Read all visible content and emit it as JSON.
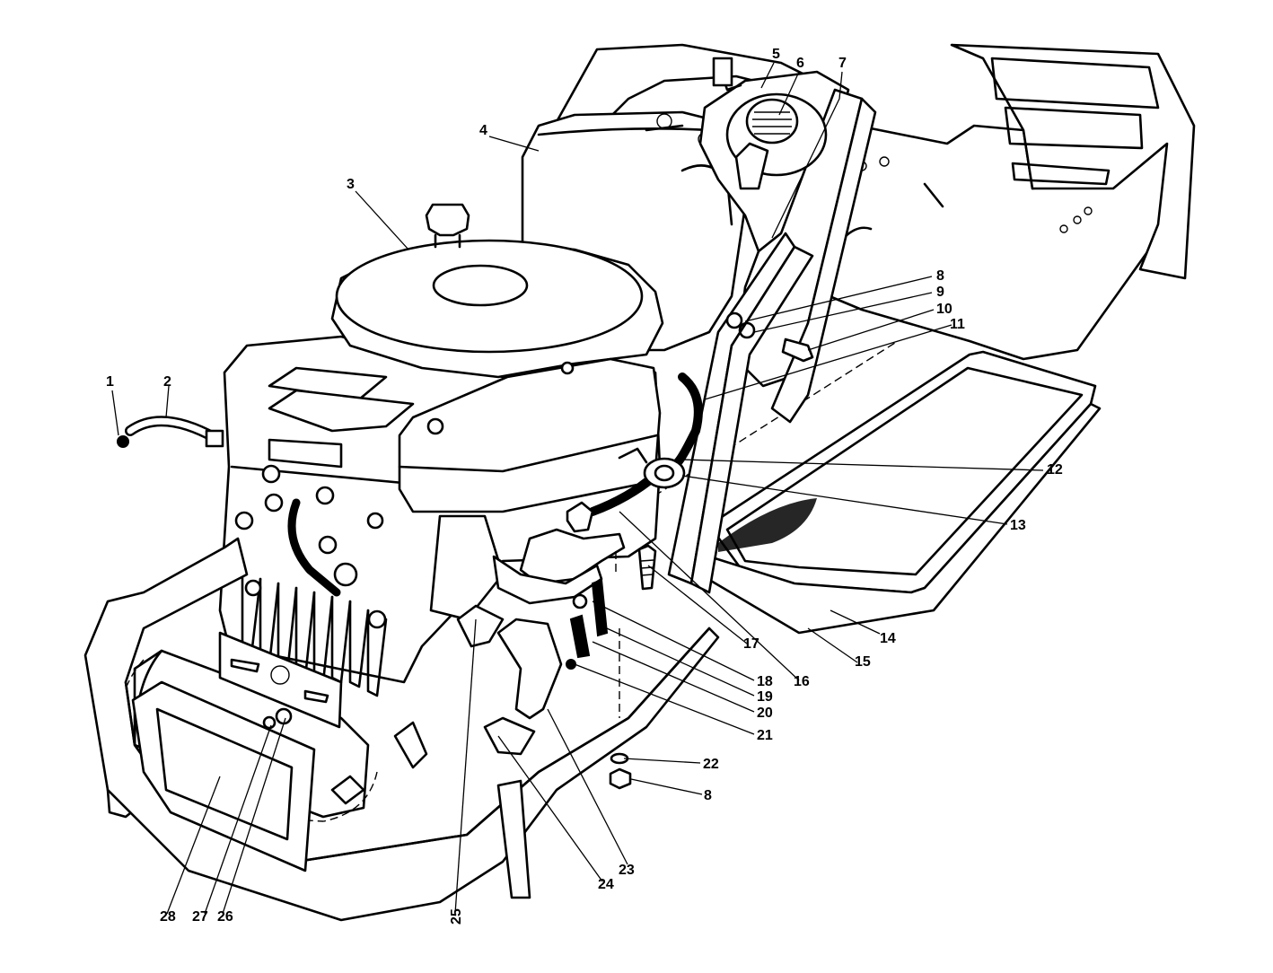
{
  "parts": [
    {
      "label": "1"
    },
    {
      "label": "2"
    },
    {
      "label": "3"
    },
    {
      "label": "4"
    },
    {
      "label": "5"
    },
    {
      "label": "6"
    },
    {
      "label": "7"
    },
    {
      "label": "8"
    },
    {
      "label": "9"
    },
    {
      "label": "10"
    },
    {
      "label": "11"
    },
    {
      "label": "12"
    },
    {
      "label": "13"
    },
    {
      "label": "14"
    },
    {
      "label": "15"
    },
    {
      "label": "16"
    },
    {
      "label": "17"
    },
    {
      "label": "18"
    },
    {
      "label": "19"
    },
    {
      "label": "20"
    },
    {
      "label": "21"
    },
    {
      "label": "22"
    },
    {
      "label": "8"
    },
    {
      "label": "23"
    },
    {
      "label": "24"
    },
    {
      "label": "25"
    },
    {
      "label": "26"
    },
    {
      "label": "27"
    },
    {
      "label": "28"
    }
  ]
}
